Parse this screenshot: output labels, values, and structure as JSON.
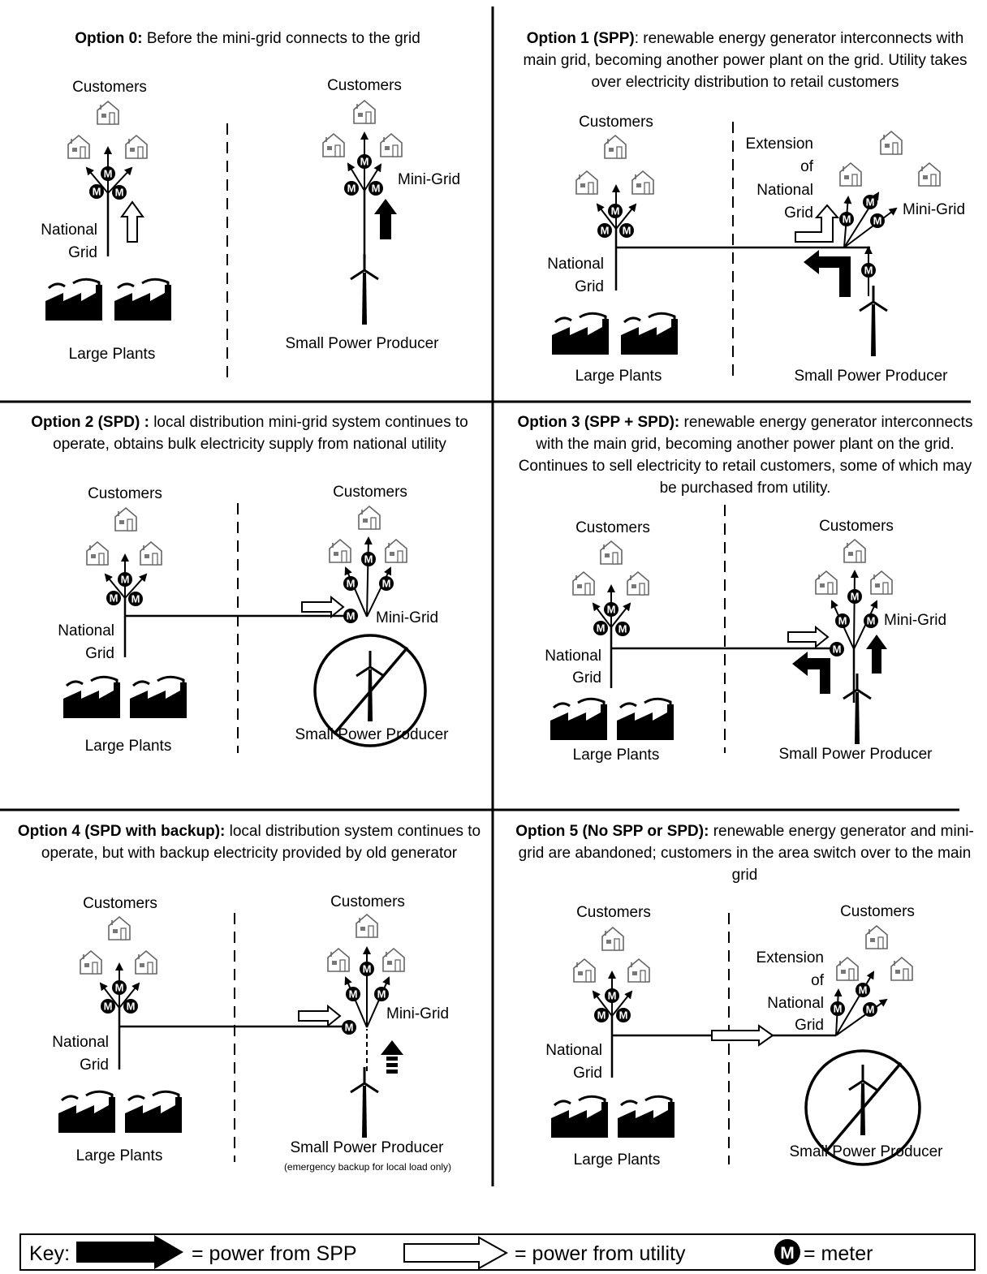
{
  "options": [
    {
      "title": "Option 0:",
      "desc": "Before the mini-grid connects to the grid",
      "left": {
        "customers": "Customers",
        "grid": [
          "National",
          "Grid"
        ],
        "plants": "Large Plants"
      },
      "right": {
        "customers": "Customers",
        "minigrid": "Mini-Grid",
        "producer": "Small Power Producer"
      }
    },
    {
      "title": "Option 1 (SPP)",
      "desc": ": renewable energy generator interconnects with main grid, becoming another power plant on the grid. Utility takes over electricity distribution to retail customers",
      "left": {
        "customers": "Customers",
        "grid": [
          "National",
          "Grid"
        ],
        "plants": "Large Plants"
      },
      "right": {
        "extension": [
          "Extension",
          "of",
          "National",
          "Grid"
        ],
        "minigrid": "Mini-Grid",
        "producer": "Small Power Producer"
      }
    },
    {
      "title": "Option 2 (SPD) :",
      "desc": "local distribution mini-grid system continues to operate, obtains bulk electricity supply from national utility",
      "left": {
        "customers": "Customers",
        "grid": [
          "National",
          "Grid"
        ],
        "plants": "Large Plants"
      },
      "right": {
        "customers": "Customers",
        "minigrid": "Mini-Grid",
        "producer": "Small Power Producer"
      }
    },
    {
      "title": "Option 3 (SPP + SPD):",
      "desc": "renewable energy generator interconnects with the main grid, becoming another power plant on the grid. Continues to sell electricity to retail customers, some of which may be purchased from utility.",
      "left": {
        "customers": "Customers",
        "grid": [
          "National",
          "Grid"
        ],
        "plants": "Large Plants"
      },
      "right": {
        "customers": "Customers",
        "minigrid": "Mini-Grid",
        "producer": "Small Power Producer"
      }
    },
    {
      "title": "Option 4 (SPD with backup):",
      "desc": "local distribution system continues to operate, but with backup electricity provided by old generator",
      "left": {
        "customers": "Customers",
        "grid": [
          "National",
          "Grid"
        ],
        "plants": "Large Plants"
      },
      "right": {
        "customers": "Customers",
        "minigrid": "Mini-Grid",
        "producer": "Small Power Producer",
        "note": "(emergency backup for local load only)"
      }
    },
    {
      "title": "Option 5 (No SPP or SPD):",
      "desc": "renewable energy generator and mini-grid are abandoned; customers in the area switch over to the main grid",
      "left": {
        "customers": "Customers",
        "grid": [
          "National",
          "Grid"
        ],
        "plants": "Large Plants"
      },
      "right": {
        "customers": "Customers",
        "extension": [
          "Extension",
          "of",
          "National",
          "Grid"
        ],
        "producer": "Small Power Producer"
      }
    }
  ],
  "key": {
    "label": "Key:",
    "spp": "= power from SPP",
    "utility": "= power from utility",
    "meter": "= meter",
    "meter_symbol": "M"
  },
  "colors": {
    "ink": "#000000",
    "house": "#666666",
    "background": "#ffffff"
  }
}
